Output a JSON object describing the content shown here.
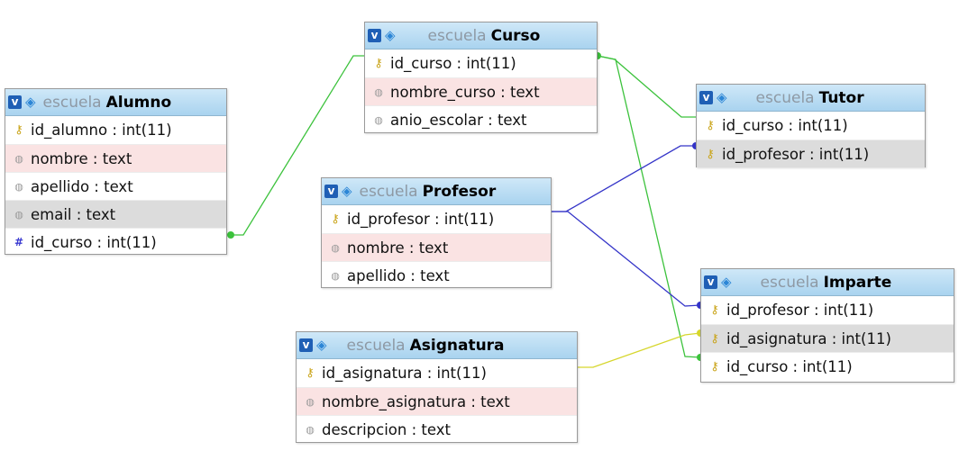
{
  "schema_name": "escuela",
  "tables": [
    {
      "name": "Alumno",
      "columns": [
        {
          "text": "id_alumno : int(11)",
          "icon": "key-icon"
        },
        {
          "text": "nombre : text",
          "icon": "column-icon"
        },
        {
          "text": "apellido : text",
          "icon": "column-icon"
        },
        {
          "text": "email : text",
          "icon": "column-icon"
        },
        {
          "text": "id_curso : int(11)",
          "icon": "foreign-key-icon"
        }
      ]
    },
    {
      "name": "Curso",
      "columns": [
        {
          "text": "id_curso : int(11)",
          "icon": "key-icon"
        },
        {
          "text": "nombre_curso : text",
          "icon": "column-icon"
        },
        {
          "text": "anio_escolar : text",
          "icon": "column-icon"
        }
      ]
    },
    {
      "name": "Tutor",
      "columns": [
        {
          "text": "id_curso : int(11)",
          "icon": "key-icon"
        },
        {
          "text": "id_profesor : int(11)",
          "icon": "key-icon"
        }
      ]
    },
    {
      "name": "Profesor",
      "columns": [
        {
          "text": "id_profesor : int(11)",
          "icon": "key-icon"
        },
        {
          "text": "nombre : text",
          "icon": "column-icon"
        },
        {
          "text": "apellido : text",
          "icon": "column-icon"
        }
      ]
    },
    {
      "name": "Imparte",
      "columns": [
        {
          "text": "id_profesor : int(11)",
          "icon": "key-icon"
        },
        {
          "text": "id_asignatura : int(11)",
          "icon": "key-icon"
        },
        {
          "text": "id_curso : int(11)",
          "icon": "key-icon"
        }
      ]
    },
    {
      "name": "Asignatura",
      "columns": [
        {
          "text": "id_asignatura : int(11)",
          "icon": "key-icon"
        },
        {
          "text": "nombre_asignatura : text",
          "icon": "column-icon"
        },
        {
          "text": "descripcion : text",
          "icon": "column-icon"
        }
      ]
    }
  ],
  "relations": [
    {
      "from": "Alumno.id_curso",
      "to": "Curso.id_curso",
      "color": "#3cc23c"
    },
    {
      "from": "Curso.id_curso",
      "to": "Tutor.id_curso",
      "color": "#3cc23c"
    },
    {
      "from": "Curso.id_curso",
      "to": "Imparte.id_curso",
      "color": "#3cc23c"
    },
    {
      "from": "Profesor.id_profesor",
      "to": "Tutor.id_profesor",
      "color": "#3434c8"
    },
    {
      "from": "Profesor.id_profesor",
      "to": "Imparte.id_profesor",
      "color": "#3434c8"
    },
    {
      "from": "Asignatura.id_asignatura",
      "to": "Imparte.id_asignatura",
      "color": "#d6d62c"
    }
  ]
}
